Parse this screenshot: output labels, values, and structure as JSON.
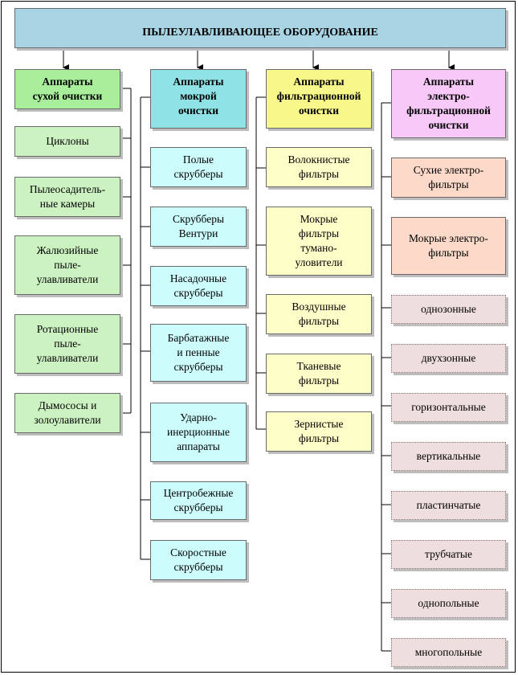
{
  "title": "ПЫЛЕУЛАВЛИВАЮЩЕЕ ОБОРУДОВАНИЕ",
  "columns": [
    {
      "header": "Аппараты\nсухой очистки",
      "items": [
        "Циклоны",
        "Пылеосадитель-\nные камеры",
        "Жалюзийные\nпыле-\nулавливатели",
        "Ротационные\nпыле-\nулавливатели",
        "Дымососы и\nзолоулавители"
      ]
    },
    {
      "header": "Аппараты\nмокрой\nочистки",
      "items": [
        "Полые\nскрубберы",
        "Скрубберы\nВентури",
        "Насадочные\nскрубберы",
        "Барбатажные\nи пенные\nскрубберы",
        "Ударно-\nинерционные\nаппараты",
        "Центробежные\nскрубберы",
        "Скоростные\nскрубберы"
      ]
    },
    {
      "header": "Аппараты\nфильтрационной\nочистки",
      "items": [
        "Волокнистые\nфильтры",
        "Мокрые\nфильтры\nтумано-\nуловители",
        "Воздушные\nфильтры",
        "Тканевые\nфильтры",
        "Зернистые\nфильтры"
      ]
    },
    {
      "header": "Аппараты\nэлектро-\nфильтрационной\nочистки",
      "items": [
        "Сухие электро-\nфильтры",
        "Мокрые электро-\nфильтры",
        "однозонные",
        "двухзонные",
        "горизонтальные",
        "вертикальные",
        "пластинчатые",
        "трубчатые",
        "однопольные",
        "многопольные"
      ]
    }
  ]
}
